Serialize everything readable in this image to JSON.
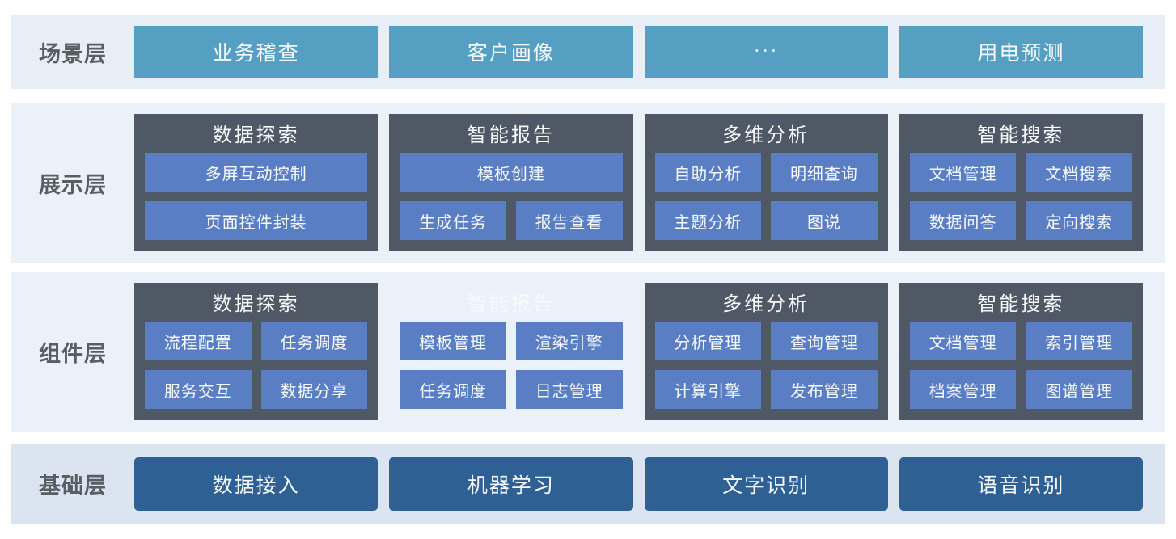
{
  "colors": {
    "teal": "#55a0c2",
    "slate": "#4e5965",
    "blue": "#5a7ec4",
    "dark-blue": "#2f6093",
    "band1-bg": "#e8eef5",
    "band23-bg": "#ebf1f8",
    "band4-bg": "#dbe5f2",
    "label-color": "#595e64",
    "white-text": "#f7fafc"
  },
  "layers": {
    "scene": {
      "label": "场景层",
      "blocks": [
        "业务稽查",
        "客户画像",
        "···",
        "用电预测"
      ]
    },
    "display": {
      "label": "展示层",
      "cards": [
        {
          "title": "数据探索",
          "rows": [
            [
              "多屏互动控制"
            ],
            [
              "页面控件封装"
            ]
          ]
        },
        {
          "title": "智能报告",
          "rows": [
            [
              "模板创建"
            ],
            [
              "生成任务",
              "报告查看"
            ]
          ]
        },
        {
          "title": "多维分析",
          "rows": [
            [
              "自助分析",
              "明细查询"
            ],
            [
              "主题分析",
              "图说"
            ]
          ]
        },
        {
          "title": "智能搜索",
          "rows": [
            [
              "文档管理",
              "文档搜索"
            ],
            [
              "数据问答",
              "定向搜索"
            ]
          ]
        }
      ]
    },
    "component": {
      "label": "组件层",
      "cards": [
        {
          "title": "数据探索",
          "rows": [
            [
              "流程配置",
              "任务调度"
            ],
            [
              "服务交互",
              "数据分享"
            ]
          ]
        },
        {
          "title": "智能报告",
          "ghost": true,
          "rows": [
            [
              "模板管理",
              "渲染引擎"
            ],
            [
              "任务调度",
              "日志管理"
            ]
          ]
        },
        {
          "title": "多维分析",
          "rows": [
            [
              "分析管理",
              "查询管理"
            ],
            [
              "计算引擎",
              "发布管理"
            ]
          ]
        },
        {
          "title": "智能搜索",
          "rows": [
            [
              "文档管理",
              "索引管理"
            ],
            [
              "档案管理",
              "图谱管理"
            ]
          ]
        }
      ]
    },
    "foundation": {
      "label": "基础层",
      "blocks": [
        "数据接入",
        "机器学习",
        "文字识别",
        "语音识别"
      ]
    }
  }
}
